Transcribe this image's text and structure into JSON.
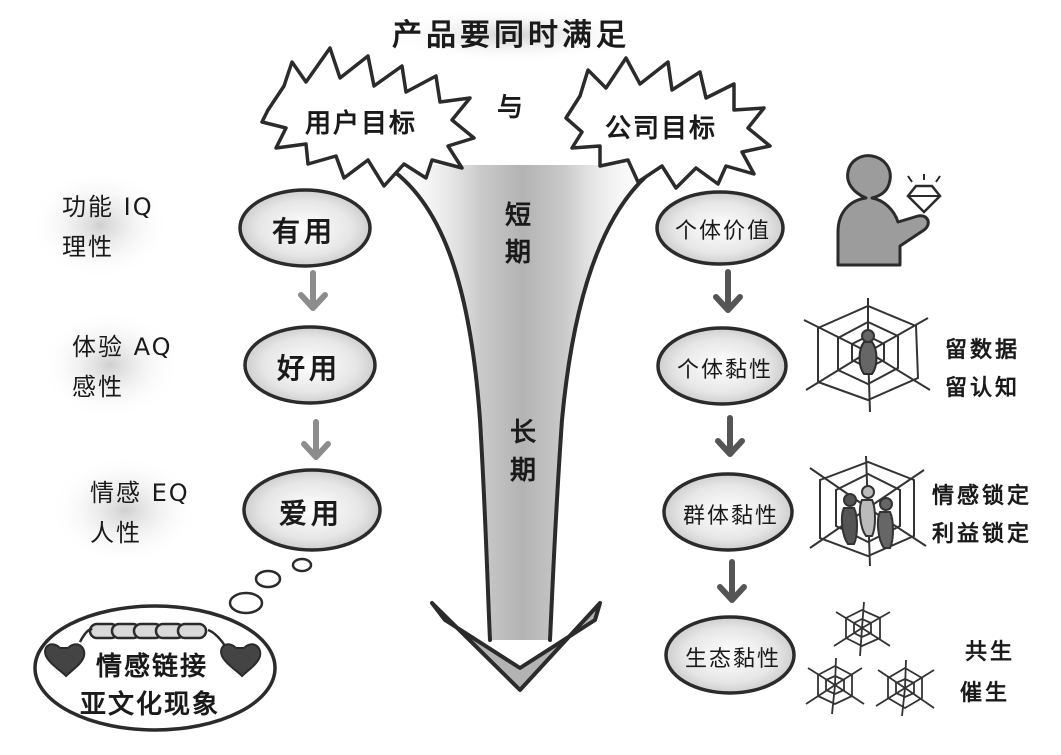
{
  "title": "产品要同时满足",
  "user_goal": "用户目标",
  "connector": "与",
  "company_goal": "公司目标",
  "funnel": {
    "short_term": [
      "短",
      "期"
    ],
    "long_term": [
      "长",
      "期"
    ]
  },
  "left_stages": [
    {
      "label": "有用",
      "side_lines": [
        "功能 IQ",
        "理性"
      ]
    },
    {
      "label": "好用",
      "side_lines": [
        "体验 AQ",
        "感性"
      ]
    },
    {
      "label": "爱用",
      "side_lines": [
        "情感 EQ",
        "人性"
      ]
    }
  ],
  "thought_bubble": {
    "lines": [
      "情感链接",
      "亚文化现象"
    ]
  },
  "right_stages": [
    {
      "label": "个体价值",
      "note_lines": [],
      "icon": "user-diamond-icon"
    },
    {
      "label": "个体黏性",
      "note_lines": [
        "留数据",
        "留认知"
      ],
      "icon": "spider-web-person-icon"
    },
    {
      "label": "群体黏性",
      "note_lines": [
        "情感锁定",
        "利益锁定"
      ],
      "icon": "spider-web-group-icon"
    },
    {
      "label": "生态黏性",
      "note_lines": [
        "共生",
        "催生"
      ],
      "icon": "spider-webs-cluster-icon"
    }
  ],
  "colors": {
    "outline": "#2b2b2b",
    "shade": "#b5b5b5",
    "arrow_gray": "#8c8c8c",
    "icon_gray": "#9c9c9c"
  }
}
